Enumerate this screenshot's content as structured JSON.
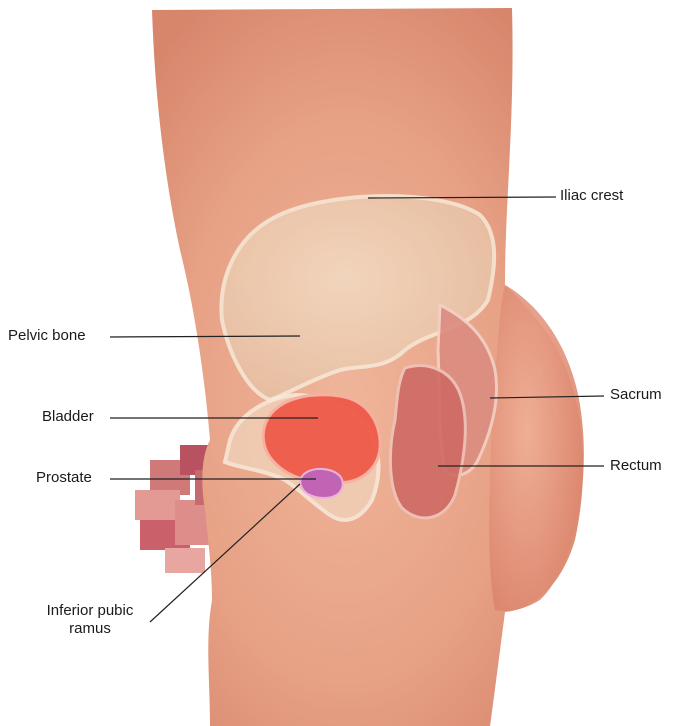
{
  "labels": {
    "iliac_crest": "Iliac crest",
    "pelvic_bone": "Pelvic bone",
    "sacrum": "Sacrum",
    "bladder": "Bladder",
    "rectum": "Rectum",
    "prostate": "Prostate",
    "inferior_pubic_ramus_line1": "Inferior pubic",
    "inferior_pubic_ramus_line2": "ramus"
  },
  "colors": {
    "skin": "#e9a488",
    "skin_shadow": "#d98870",
    "pelvic_bone": "#efd2b8",
    "bone_outline": "#f6e8d8",
    "bladder": "#ee5a48",
    "prostate": "#c264b4",
    "rectum": "#cf6a64",
    "sacrum": "#d8847a",
    "leader_line": "#222222"
  }
}
